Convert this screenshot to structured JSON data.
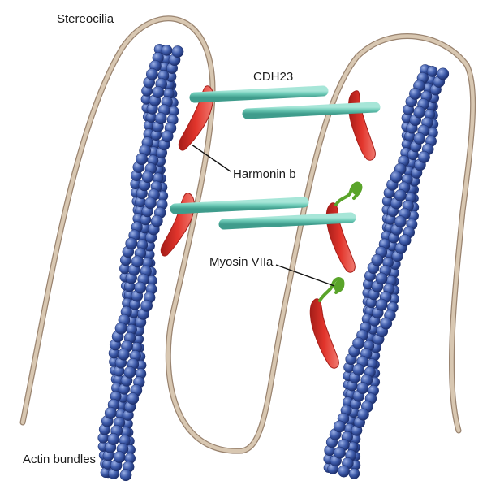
{
  "labels": {
    "stereocilia": "Stereocilia",
    "cdh23": "CDH23",
    "harmonin": "Harmonin b",
    "myosin": "Myosin VIIa",
    "actin": "Actin bundles"
  },
  "colors": {
    "membrane": "#d8c7b1",
    "membrane_edge": "#9a8470",
    "actin": "#3c59a8",
    "actin_highlight": "#9bb0e6",
    "actin_shadow": "#1c2e6b",
    "cdh23": "#6cc9b6",
    "cdh23_shadow": "#3f9c8c",
    "harmonin": "#e2352c",
    "harmonin_shadow": "#a51d18",
    "myosin": "#5aa42a"
  }
}
